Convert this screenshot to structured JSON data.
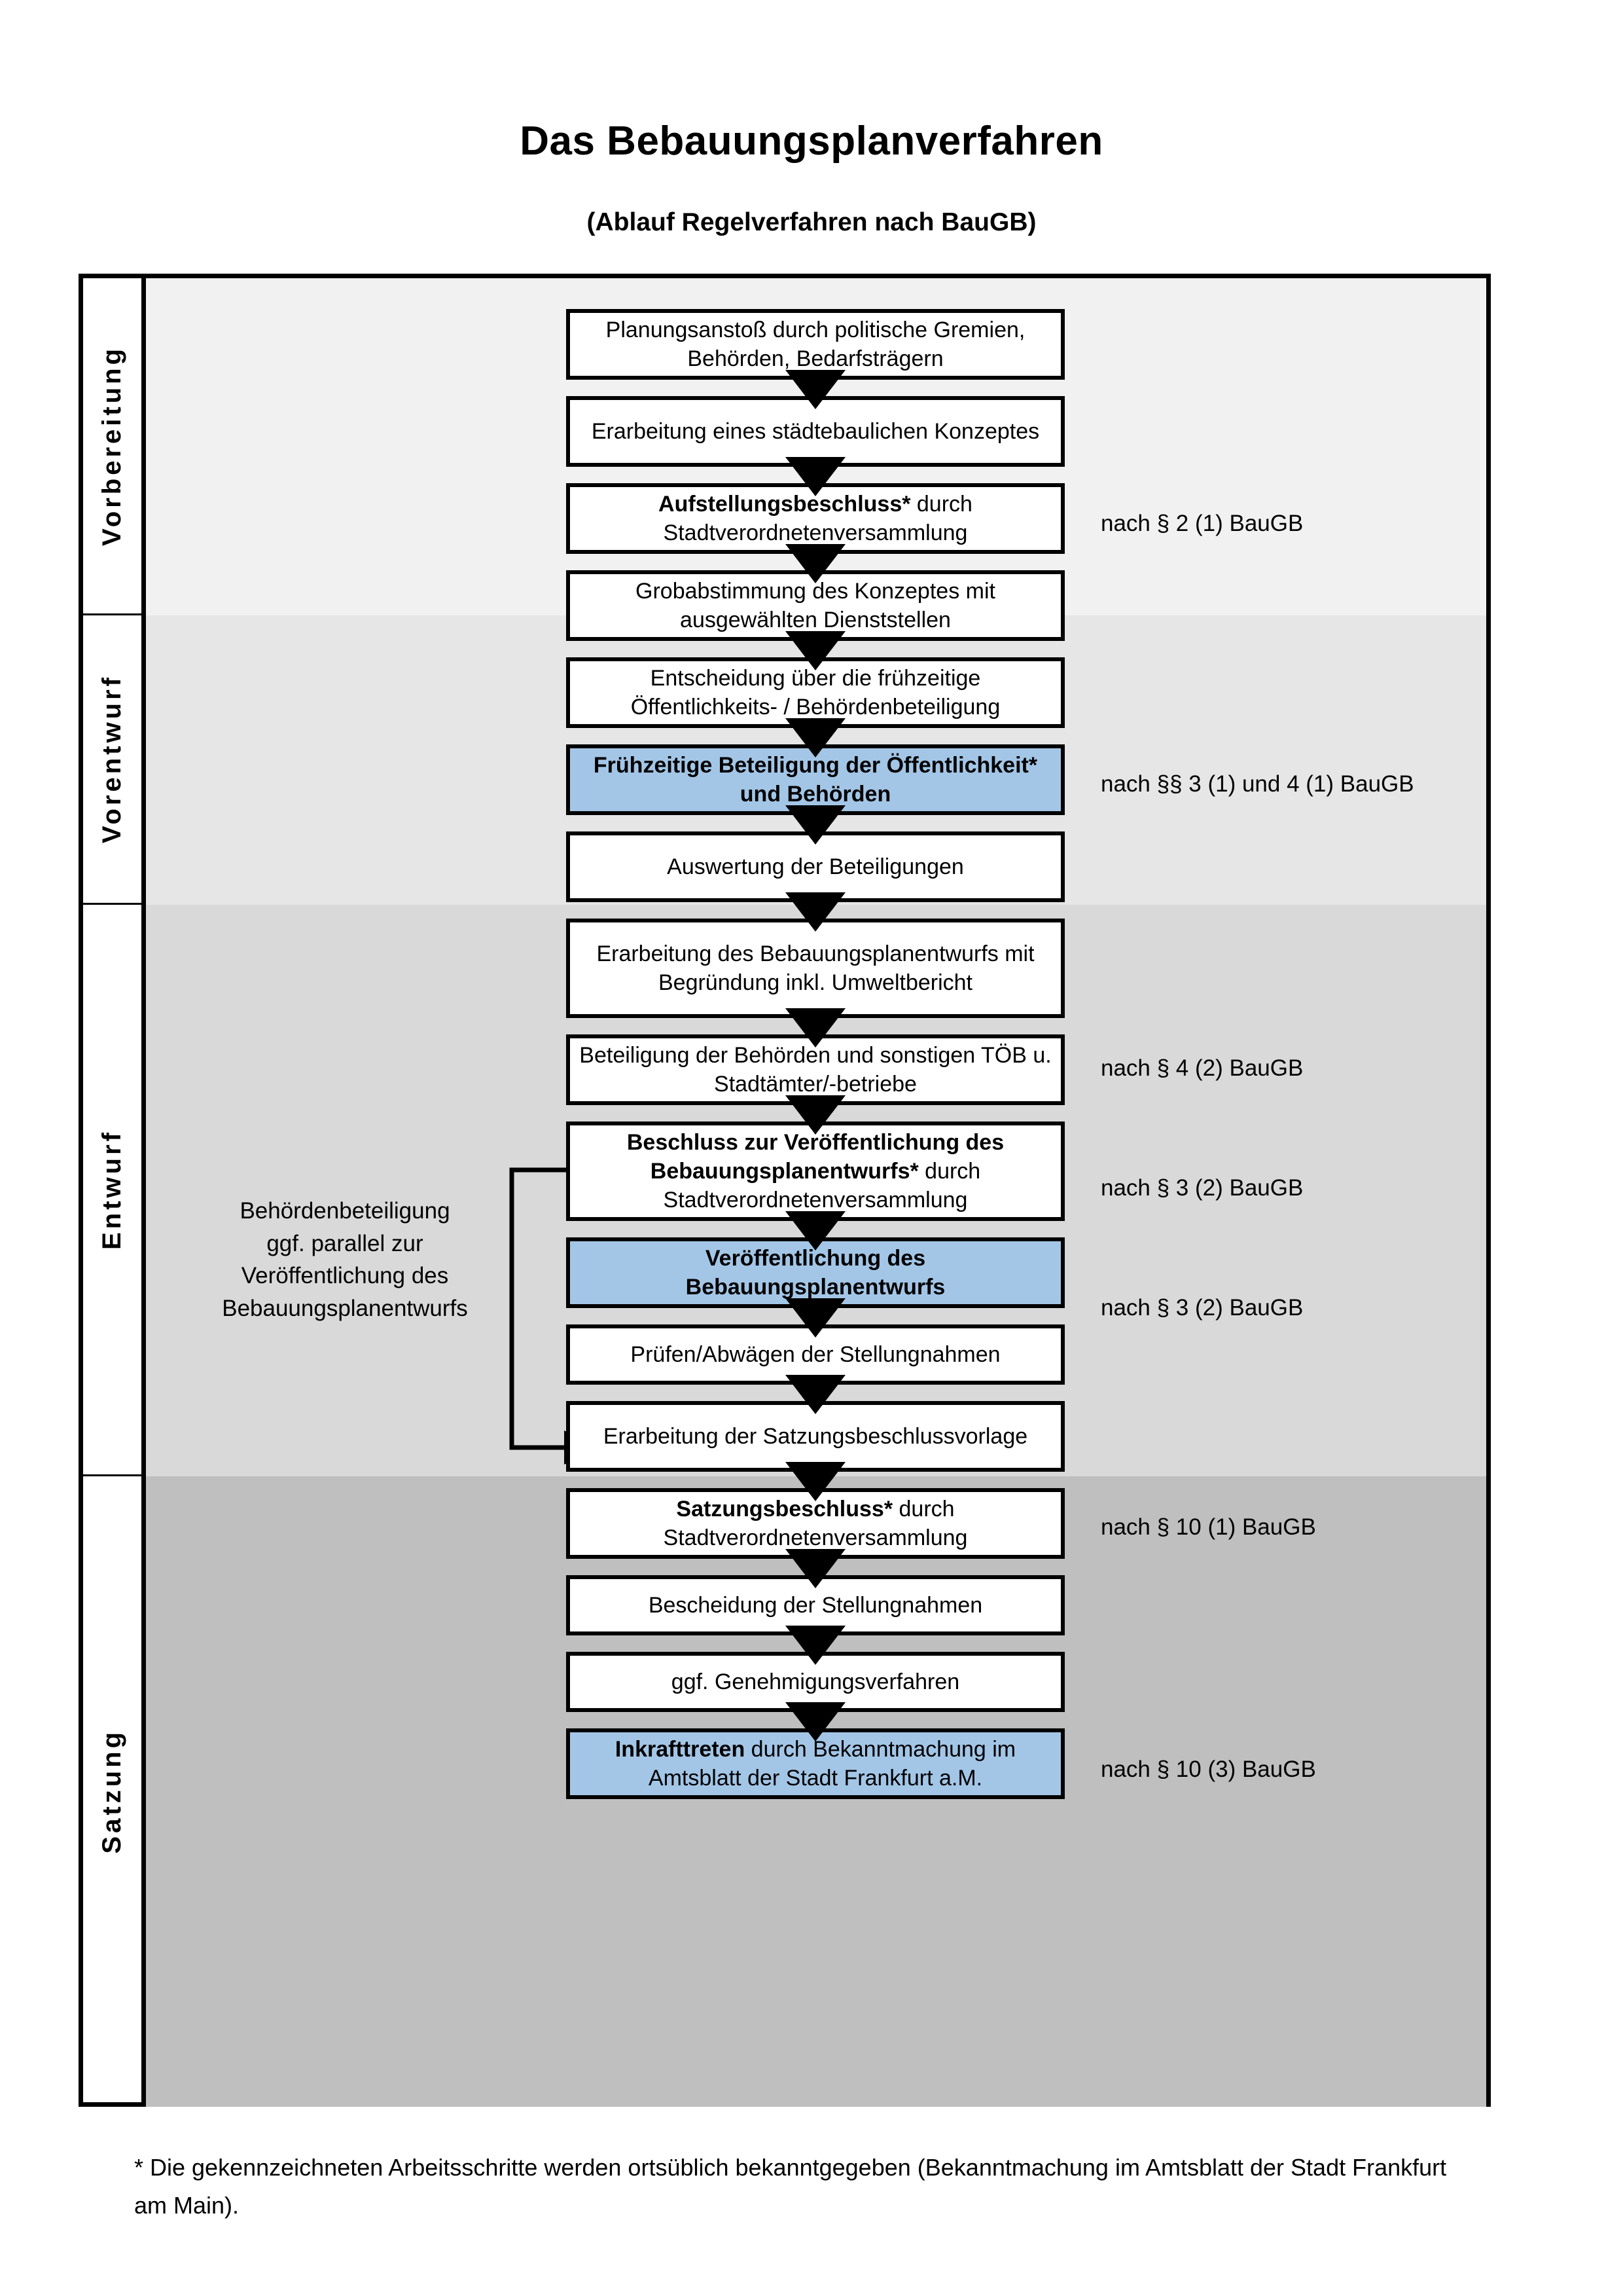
{
  "header": {
    "title": "Das Bebauungsplanverfahren",
    "subtitle": "(Ablauf Regelverfahren nach BauGB)"
  },
  "colors": {
    "highlight_blue": "#A3C6E7",
    "band_vorbereitung": "#F1F1F1",
    "band_vorentwurf": "#E6E6E6",
    "band_entwurf": "#D9D9D9",
    "band_satzung": "#BFBFBF",
    "stroke": "#000000"
  },
  "phases": [
    {
      "label": "Vorbereitung",
      "band_color": "#F1F1F1"
    },
    {
      "label": "Vorentwurf",
      "band_color": "#E6E6E6"
    },
    {
      "label": "Entwurf",
      "band_color": "#D9D9D9"
    },
    {
      "label": "Satzung",
      "band_color": "#BFBFBF"
    }
  ],
  "steps": [
    {
      "id": "planungsanstoss",
      "phase": "Vorbereitung",
      "text": "Planungsanstoß durch politische Gremien, Behörden, Bedarfsträgern",
      "bold_prefix": "",
      "highlight": false
    },
    {
      "id": "staedtebau-konzept",
      "phase": "Vorbereitung",
      "text": "Erarbeitung eines städtebaulichen Konzeptes",
      "bold_prefix": "",
      "highlight": false
    },
    {
      "id": "aufstellungsbeschluss",
      "phase": "Vorbereitung",
      "text": " durch Stadtverordnetenversammlung",
      "bold_prefix": "Aufstellungsbeschluss*",
      "highlight": false
    },
    {
      "id": "grobabstimmung",
      "phase": "Vorentwurf",
      "text": "Grobabstimmung des Konzeptes mit ausgewählten Dienststellen",
      "bold_prefix": "",
      "highlight": false
    },
    {
      "id": "entscheidung-frueh",
      "phase": "Vorentwurf",
      "text": "Entscheidung über die frühzeitige Öffentlichkeits- / Behördenbeteiligung",
      "bold_prefix": "",
      "highlight": false
    },
    {
      "id": "fruehzeitige-beteiligung",
      "phase": "Vorentwurf",
      "text": "",
      "bold_prefix": "Frühzeitige Beteiligung der Öffentlichkeit* und Behörden",
      "highlight": true
    },
    {
      "id": "auswertung",
      "phase": "Entwurf",
      "text": "Auswertung der Beteiligungen",
      "bold_prefix": "",
      "highlight": false
    },
    {
      "id": "erarbeitung-entwurf",
      "phase": "Entwurf",
      "text": "Erarbeitung des Bebauungsplanentwurfs mit Begründung inkl. Umweltbericht",
      "bold_prefix": "",
      "highlight": false
    },
    {
      "id": "beteiligung-behoerden",
      "phase": "Entwurf",
      "text": "Beteiligung der Behörden und sonstigen TÖB u. Stadtämter/-betriebe",
      "bold_prefix": "",
      "highlight": false
    },
    {
      "id": "beschluss-veroeff",
      "phase": "Entwurf",
      "text": " durch Stadtverordnetenversammlung",
      "bold_prefix": "Beschluss zur Veröffentlichung des Bebauungsplanentwurfs*",
      "highlight": false
    },
    {
      "id": "veroeffentlichung",
      "phase": "Entwurf",
      "text": "",
      "bold_prefix": "Veröffentlichung des Bebauungsplanentwurfs",
      "highlight": true
    },
    {
      "id": "pruefen-abwaegen",
      "phase": "Satzung",
      "text": "Prüfen/Abwägen der Stellungnahmen",
      "bold_prefix": "",
      "highlight": false
    },
    {
      "id": "satzungsvorlage",
      "phase": "Satzung",
      "text": "Erarbeitung der Satzungsbeschlussvorlage",
      "bold_prefix": "",
      "highlight": false
    },
    {
      "id": "satzungsbeschluss",
      "phase": "Satzung",
      "text": " durch Stadtverordnetenversammlung",
      "bold_prefix": "Satzungsbeschluss*",
      "highlight": false
    },
    {
      "id": "bescheidung",
      "phase": "Satzung",
      "text": "Bescheidung der Stellungnahmen",
      "bold_prefix": "",
      "highlight": false
    },
    {
      "id": "genehmigungsverfahren",
      "phase": "Satzung",
      "text": "ggf. Genehmigungsverfahren",
      "bold_prefix": "",
      "highlight": false
    },
    {
      "id": "inkrafttreten",
      "phase": "Satzung",
      "text": " durch Bekanntmachung im Amtsblatt der Stadt Frankfurt a.M.",
      "bold_prefix": "Inkrafttreten",
      "highlight": true
    }
  ],
  "annotations": [
    {
      "id": "ann-par2",
      "text": "nach § 2 (1) BauGB"
    },
    {
      "id": "ann-par3-4-1",
      "text": "nach §§ 3 (1) und 4 (1) BauGB"
    },
    {
      "id": "ann-par4-2",
      "text": "nach § 4 (2) BauGB"
    },
    {
      "id": "ann-par3-2-a",
      "text": "nach § 3 (2) BauGB"
    },
    {
      "id": "ann-par3-2-b",
      "text": "nach § 3 (2) BauGB"
    },
    {
      "id": "ann-par10-1",
      "text": "nach § 10 (1) BauGB"
    },
    {
      "id": "ann-par10-3",
      "text": "nach § 10 (3) BauGB"
    }
  ],
  "sidenote": {
    "line1": "Behördenbeteiligung",
    "line2": "ggf. parallel zur",
    "line3": "Veröffentlichung des",
    "line4": "Bebauungsplanentwurfs"
  },
  "footnote": {
    "text": "* Die gekennzeichneten Arbeitsschritte werden ortsüblich bekanntgegeben (Bekanntmachung im Amtsblatt  der Stadt Frankfurt am Main)."
  }
}
